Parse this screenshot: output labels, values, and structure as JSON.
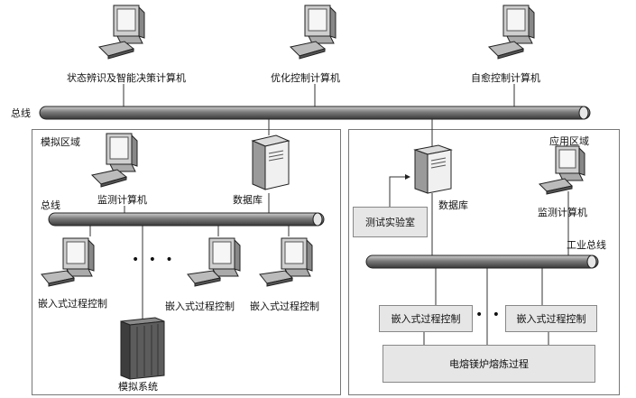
{
  "top": {
    "bus_label": "总线",
    "computers": [
      {
        "label": "状态辨识及智能决策计算机"
      },
      {
        "label": "优化控制计算机"
      },
      {
        "label": "自愈控制计算机"
      }
    ]
  },
  "simulation_region": {
    "title": "模拟区域",
    "bus_label": "总线",
    "monitor_label": "监测计算机",
    "database_label": "数据库",
    "embedded": [
      {
        "label": "嵌入式过程控制"
      },
      {
        "label": "嵌入式过程控制"
      },
      {
        "label": "嵌入式过程控制"
      }
    ],
    "ellipsis": "• • •",
    "system_label": "模拟系统"
  },
  "application_region": {
    "title": "应用区域",
    "database_label": "数据库",
    "test_lab_label": "测试实验室",
    "monitor_label": "监测计算机",
    "bus_label": "工业总线",
    "embedded": [
      {
        "label": "嵌入式过程控制"
      },
      {
        "label": "嵌入式过程控制"
      }
    ],
    "ellipsis": "• • •",
    "process_label": "电熔镁炉熔炼过程"
  }
}
